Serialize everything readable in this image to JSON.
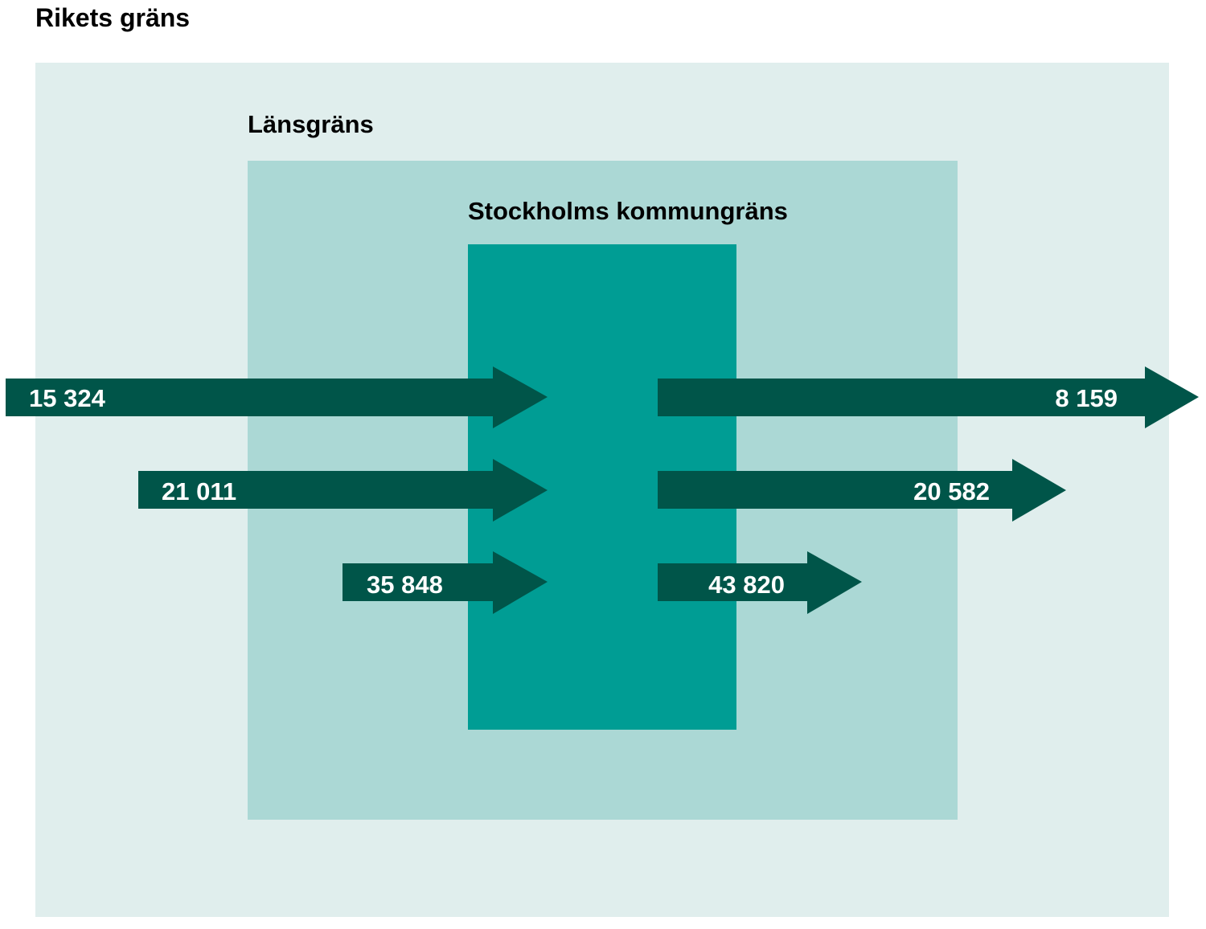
{
  "zones": {
    "national": {
      "label": "Rikets gräns",
      "color": "#e0eeed"
    },
    "county": {
      "label": "Länsgräns",
      "color": "#abd8d5"
    },
    "municipal": {
      "label": "Stockholms kommungräns",
      "color": "#009d94"
    }
  },
  "arrow_color": "#005549",
  "label_color": "#ffffff",
  "flows": {
    "inbound": [
      {
        "value": "15 324",
        "from": "outside-country"
      },
      {
        "value": "21 011",
        "from": "outside-county"
      },
      {
        "value": "35 848",
        "from": "county"
      }
    ],
    "outbound": [
      {
        "value": "8 159",
        "to": "outside-country"
      },
      {
        "value": "20 582",
        "to": "outside-county"
      },
      {
        "value": "43 820",
        "to": "county"
      }
    ]
  }
}
